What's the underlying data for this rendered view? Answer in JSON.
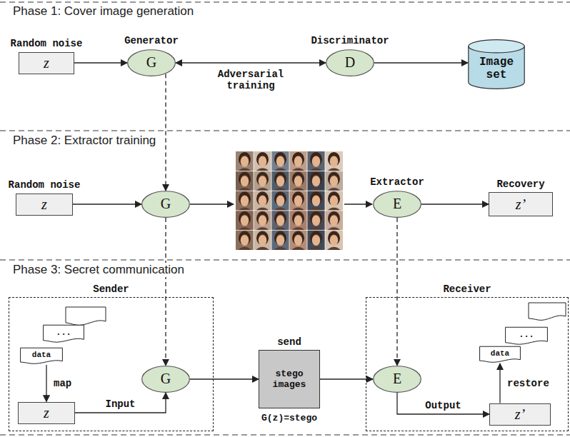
{
  "diagram": {
    "nodes": [
      {
        "text": [
          "Random noise",
          "z"
        ]
      },
      {
        "text": [
          "Generator",
          "G"
        ]
      },
      {
        "text": [
          "Discriminator",
          "D"
        ]
      },
      {
        "text": [
          "Image set"
        ]
      },
      {
        "text": [
          "Random noise",
          "z"
        ]
      },
      {
        "text": [
          "G"
        ]
      },
      {
        "text": [
          "Extractor",
          "E"
        ]
      },
      {
        "text": [
          "Recovery",
          "z’"
        ]
      },
      {
        "text": [
          "Sender"
        ]
      },
      {
        "text": [
          "..."
        ],
        "in": 8
      },
      {
        "text": [
          "data"
        ],
        "in": 8
      },
      {
        "text": [
          "z"
        ],
        "in": 8
      },
      {
        "text": [
          "G"
        ],
        "in": 8
      },
      {
        "text": [
          "send",
          "stego images"
        ]
      },
      {
        "text": [
          "Receiver"
        ]
      },
      {
        "text": [
          "E"
        ],
        "in": 14
      },
      {
        "text": [
          "..."
        ],
        "in": 14
      },
      {
        "text": [
          "data"
        ],
        "in": 14
      },
      {
        "text": [
          "z’"
        ],
        "in": 14
      }
    ],
    "edges": [
      {
        "from": 0,
        "to": 1,
        "arrow": "to"
      },
      {
        "from": 1,
        "to": 2,
        "label": "Adversarial training",
        "arrow": "both"
      },
      {
        "from": 2,
        "to": 3,
        "arrow": "to"
      },
      {
        "from": 1,
        "to": 5,
        "arrow": "to"
      },
      {
        "from": 4,
        "to": 5,
        "arrow": "to"
      },
      {
        "from": 6,
        "to": 7,
        "arrow": "to"
      },
      {
        "from": 5,
        "to": 12,
        "arrow": "to"
      },
      {
        "from": 6,
        "to": 15,
        "arrow": "to"
      },
      {
        "from": 10,
        "to": 11,
        "label": "map",
        "arrow": "to"
      },
      {
        "from": 11,
        "to": 12,
        "label": "Input",
        "arrow": "to"
      },
      {
        "from": 12,
        "to": 13,
        "arrow": "to"
      },
      {
        "from": 13,
        "to": 15,
        "arrow": "to"
      },
      {
        "from": 15,
        "to": 18,
        "label": "Output",
        "arrow": "to"
      },
      {
        "from": 18,
        "to": 17,
        "label": "restore",
        "arrow": "to"
      }
    ],
    "labels": [
      "Phase 1: Cover image generation",
      "Phase 2: Extractor training",
      "Phase 3: Secret communication",
      "G(z)=stego"
    ]
  }
}
